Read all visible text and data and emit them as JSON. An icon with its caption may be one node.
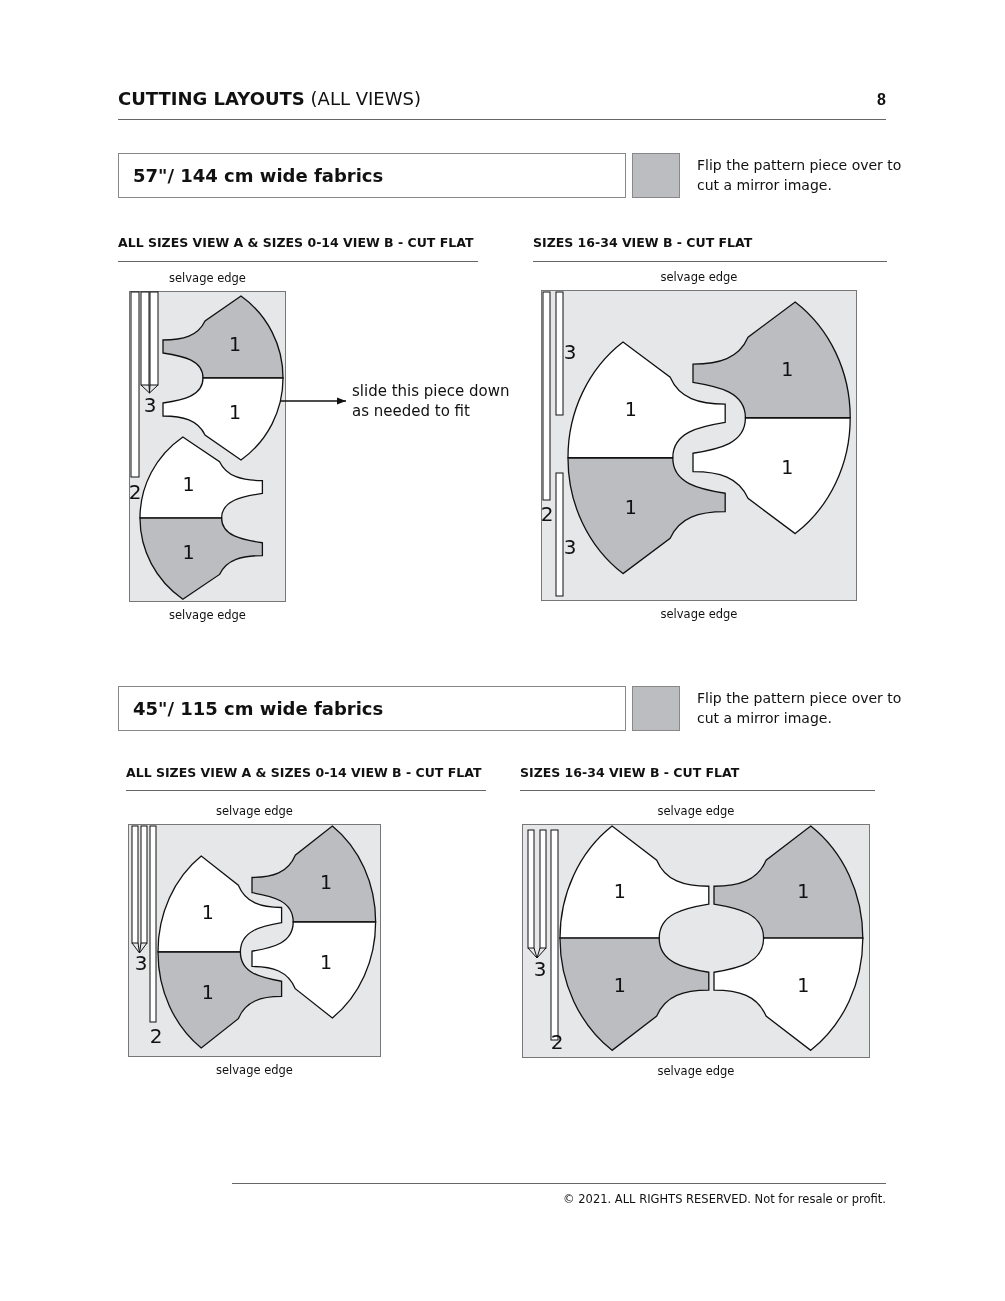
{
  "diagram": {
    "title": "**CUTTING LAYOUTS** (ALL VIEWS)",
    "nodes": [
      {
        "text": [
          "57\"/ 144 cm wide fabrics"
        ]
      },
      {
        "text": [],
        "shape": "box",
        "beside": [
          "selvage edge",
          "selvage edge"
        ]
      },
      {
        "text": [
          "1"
        ],
        "in": 1
      },
      {
        "text": [
          "1"
        ],
        "in": 1
      },
      {
        "text": [
          "slide this piece down as needed to fit"
        ]
      },
      {
        "text": [
          "1"
        ],
        "in": 1
      },
      {
        "text": [
          "1"
        ],
        "in": 1
      },
      {
        "text": [],
        "shape": "box",
        "beside": [
          "selvage edge",
          "selvage edge"
        ]
      },
      {
        "text": [
          "1"
        ],
        "in": 7
      },
      {
        "text": [
          "1"
        ],
        "in": 7
      },
      {
        "text": [
          "1"
        ],
        "in": 7
      },
      {
        "text": [
          "1"
        ],
        "in": 7
      },
      {
        "text": [
          "45\"/ 115 cm wide fabrics"
        ]
      },
      {
        "text": [],
        "shape": "box",
        "beside": [
          "selvage edge",
          "selvage edge"
        ]
      },
      {
        "text": [
          "1"
        ],
        "in": 13
      },
      {
        "text": [
          "1"
        ],
        "in": 13
      },
      {
        "text": [
          "1"
        ],
        "in": 13
      },
      {
        "text": [
          "1"
        ],
        "in": 13
      },
      {
        "text": [],
        "shape": "box",
        "beside": [
          "selvage edge",
          "selvage edge"
        ]
      },
      {
        "text": [
          "1"
        ],
        "in": 18
      },
      {
        "text": [
          "1"
        ],
        "in": 18
      },
      {
        "text": [
          "1"
        ],
        "in": 18
      },
      {
        "text": [
          "1"
        ],
        "in": 18
      }
    ],
    "edges": [
      {
        "from": 3,
        "to": 4,
        "arrow": "to"
      }
    ],
    "labels": [
      "8",
      "ALL SIZES VIEW A & SIZES 0-14 VIEW B - CUT FLAT",
      "SIZES 16-34 VIEW B - CUT FLAT",
      "3",
      "2",
      "3",
      "2",
      "3",
      "ALL SIZES VIEW A & SIZES 0-14 VIEW B - CUT FLAT",
      "SIZES 16-34 VIEW B - CUT FLAT",
      "3",
      "2",
      "3",
      "2",
      "© 2021. ALL RIGHTS RESERVED. Not for resale or profit."
    ],
    "legend": [
      {
        "text": "Flip the pattern piece over to cut a mirror image.",
        "color": "#bcbdc0"
      },
      {
        "text": "Flip the pattern piece over to cut a mirror image.",
        "color": "#bcbdc0"
      }
    ]
  }
}
